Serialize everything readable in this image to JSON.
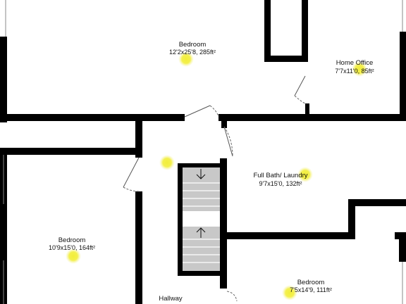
{
  "floorplan": {
    "rooms": [
      {
        "name": "Bedroom",
        "dims": "12'2x25'8, 285ft²"
      },
      {
        "name": "Home Office",
        "dims": "7'7x11'0, 85ft²"
      },
      {
        "name": "Full Bath/ Laundry",
        "dims": "9'7x15'0, 132ft²"
      },
      {
        "name": "Bedroom",
        "dims": "10'9x15'0, 164ft²"
      },
      {
        "name": "Bedroom",
        "dims": "7'5x14'9, 111ft²"
      },
      {
        "name": "Hallway",
        "dims": ""
      }
    ],
    "colors": {
      "wall": "#000000",
      "marker_fill": "#f2ee3a",
      "marker_glow": "#f6f39a",
      "stair_fill": "#c8c8c8"
    }
  }
}
